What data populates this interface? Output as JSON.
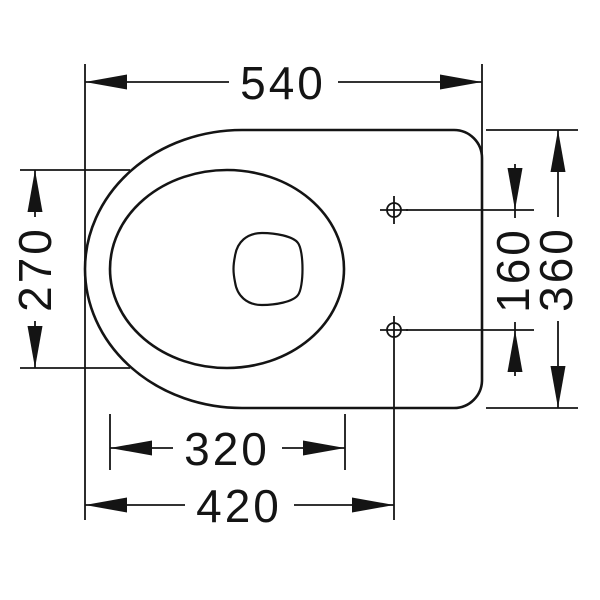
{
  "page": {
    "background": "#ffffff",
    "line_color": "#141414",
    "description": "Technical top-view dimension drawing of a wall-hung toilet bowl"
  },
  "dims": {
    "top_overall_length": "540",
    "left_bowl_opening_width": "270",
    "right_mounting_hole_spacing": "160",
    "right_overall_width": "360",
    "bottom_bowl_opening_length": "320",
    "bottom_mounting_hole_offset": "420"
  }
}
